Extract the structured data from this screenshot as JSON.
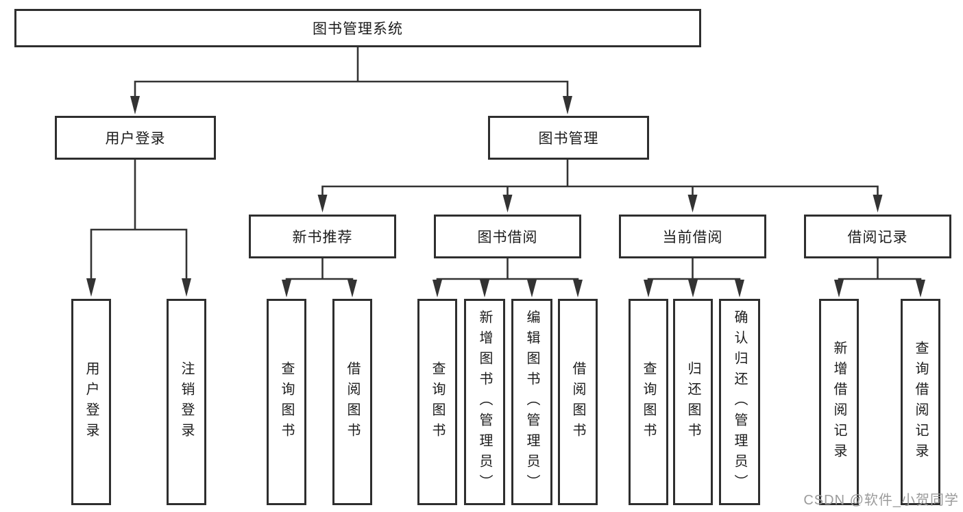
{
  "diagram": {
    "type": "hierarchy-tree",
    "root": {
      "label": "图书管理系统",
      "children": [
        {
          "label": "用户登录",
          "children": [
            {
              "label": "用户登录"
            },
            {
              "label": "注销登录"
            }
          ]
        },
        {
          "label": "图书管理",
          "children": [
            {
              "label": "新书推荐",
              "children": [
                {
                  "label": "查询图书"
                },
                {
                  "label": "借阅图书"
                }
              ]
            },
            {
              "label": "图书借阅",
              "children": [
                {
                  "label": "查询图书"
                },
                {
                  "label": "新增图书（管理员）"
                },
                {
                  "label": "编辑图书（管理员）"
                },
                {
                  "label": "借阅图书"
                }
              ]
            },
            {
              "label": "当前借阅",
              "children": [
                {
                  "label": "查询图书"
                },
                {
                  "label": "归还图书"
                },
                {
                  "label": "确认归还（管理员）"
                }
              ]
            },
            {
              "label": "借阅记录",
              "children": [
                {
                  "label": "新增借阅记录"
                },
                {
                  "label": "查询借阅记录"
                }
              ]
            }
          ]
        }
      ]
    }
  },
  "watermark": {
    "text": "CSDN @软件_小贺同学"
  },
  "colors": {
    "line": "#333333",
    "box_border": "#2e2e2e",
    "text": "#1c1c1c",
    "watermark": "#9b9b9b",
    "background": "#ffffff"
  }
}
